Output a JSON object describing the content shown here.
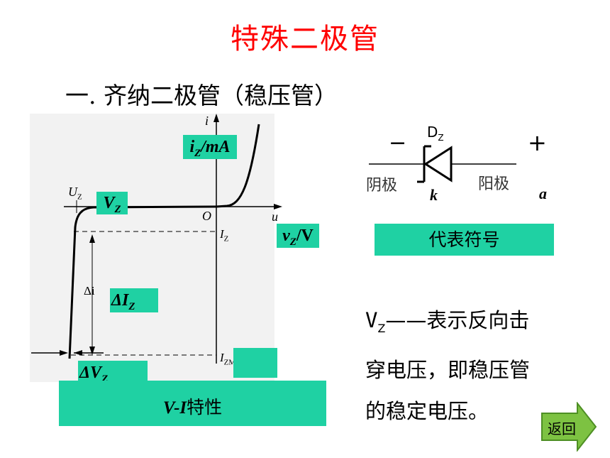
{
  "title": "特殊二极管",
  "subtitle": "一. 齐纳二极管（稳压管）",
  "graph": {
    "axis_i": "i",
    "axis_u": "u",
    "origin": "O",
    "uz": "U",
    "uz_sub": "Z",
    "iz": "I",
    "iz_sub": "Z",
    "izm": "I",
    "izm_sub": "ZM",
    "delta_i": "Δi"
  },
  "labels": {
    "iz_ma": {
      "main": "i",
      "sub": "Z",
      "rest": "/mA"
    },
    "vz": {
      "main": "V",
      "sub": "Z"
    },
    "vz_v": {
      "main": "v",
      "sub": "Z",
      "rest": "/V"
    },
    "delta_iz": {
      "main": "ΔI",
      "sub": "Z"
    },
    "delta_vz": {
      "main": "ΔV",
      "sub": "Z"
    },
    "vi_main": "V-I",
    "vi_rest": "特性"
  },
  "symbol": {
    "minus": "−",
    "plus": "+",
    "dz": "D",
    "dz_sub": "Z",
    "cathode_label": "阴极",
    "anode_label": "阳极",
    "k": "k",
    "a": "a",
    "caption": "代表符号"
  },
  "description": {
    "vz_main": "V",
    "vz_sub": "Z",
    "line1_rest": "——表示反向击",
    "line2": "穿电压，即稳压管",
    "line3": "的稳定电压。"
  },
  "back_button": "返回",
  "colors": {
    "title": "#ff0000",
    "teal": "#1fd1a3",
    "back": "#7dc242"
  }
}
